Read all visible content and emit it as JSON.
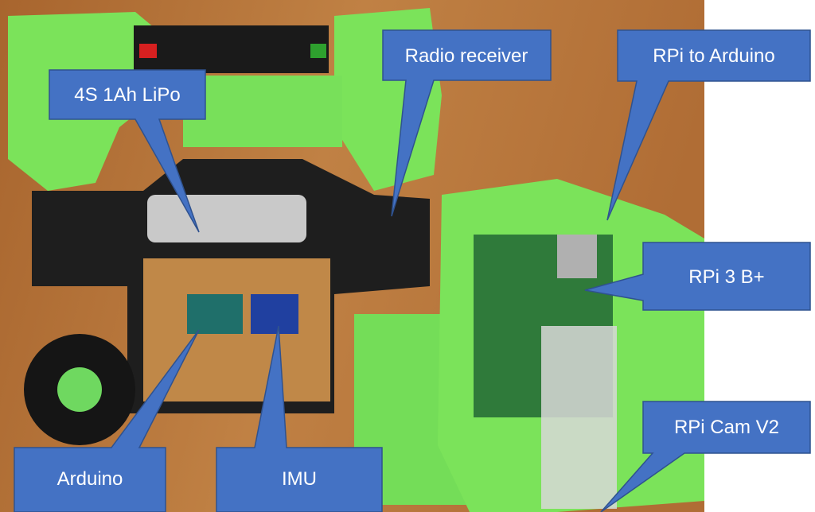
{
  "callouts": {
    "lipo": "4S 1Ah LiPo",
    "radio": "Radio receiver",
    "rpi_arduino": "RPi to Arduino",
    "rpi": "RPi 3 B+",
    "cam": "RPi Cam V2",
    "arduino": "Arduino",
    "imu": "IMU"
  },
  "colors": {
    "callout": "#4472c4",
    "wood": "#b8763c",
    "green": "#7be35a"
  }
}
